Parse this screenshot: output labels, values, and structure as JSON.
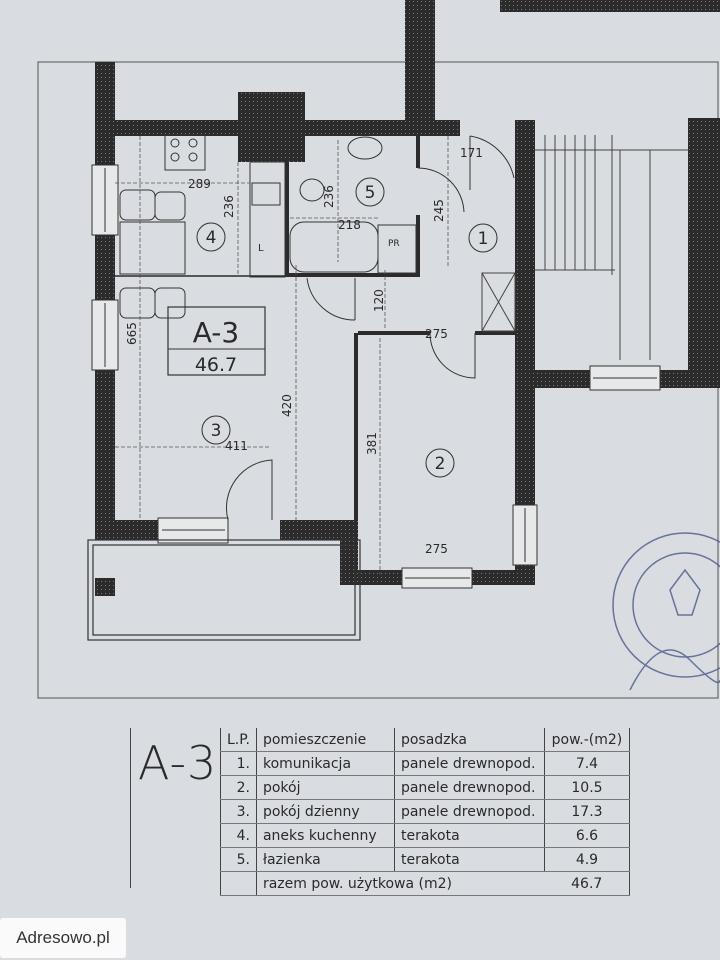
{
  "plan": {
    "unit_id": "A-3",
    "unit_area": "46.7",
    "rooms": [
      "1",
      "2",
      "3",
      "4",
      "5"
    ],
    "dimensions": {
      "kitchen_width": "289",
      "kitchen_depth": "236",
      "bath_depth": "236",
      "bath_width": "218",
      "hall_depth": "245",
      "hall_width": "171",
      "passage": "120",
      "room2_top_width": "275",
      "living_length": "665",
      "living_depth": "420",
      "room2_depth": "381",
      "living_width": "411",
      "room2_bottom_width": "275"
    },
    "fixtures": {
      "fridge": "L",
      "washer": "PR"
    }
  },
  "legend": {
    "title": "A-3",
    "headers": {
      "no": "L.P.",
      "room": "pomieszczenie",
      "floor": "posadzka",
      "area": "pow.-(m2)"
    },
    "rows": [
      {
        "no": "1.",
        "room": "komunikacja",
        "floor": "panele drewnopod.",
        "area": "7.4"
      },
      {
        "no": "2.",
        "room": "pokój",
        "floor": "panele drewnopod.",
        "area": "10.5"
      },
      {
        "no": "3.",
        "room": "pokój dzienny",
        "floor": "panele drewnopod.",
        "area": "17.3"
      },
      {
        "no": "4.",
        "room": "aneks kuchenny",
        "floor": "terakota",
        "area": "6.6"
      },
      {
        "no": "5.",
        "room": "łazienka",
        "floor": "terakota",
        "area": "4.9"
      }
    ],
    "total_label": "razem pow. użytkowa (m2)",
    "total_value": "46.7"
  },
  "watermark": "Adresowo.pl",
  "colors": {
    "paper": "#d9dce0",
    "wall": "#2b2b2b",
    "line": "#333333",
    "stamp": "#4a5a8a"
  }
}
